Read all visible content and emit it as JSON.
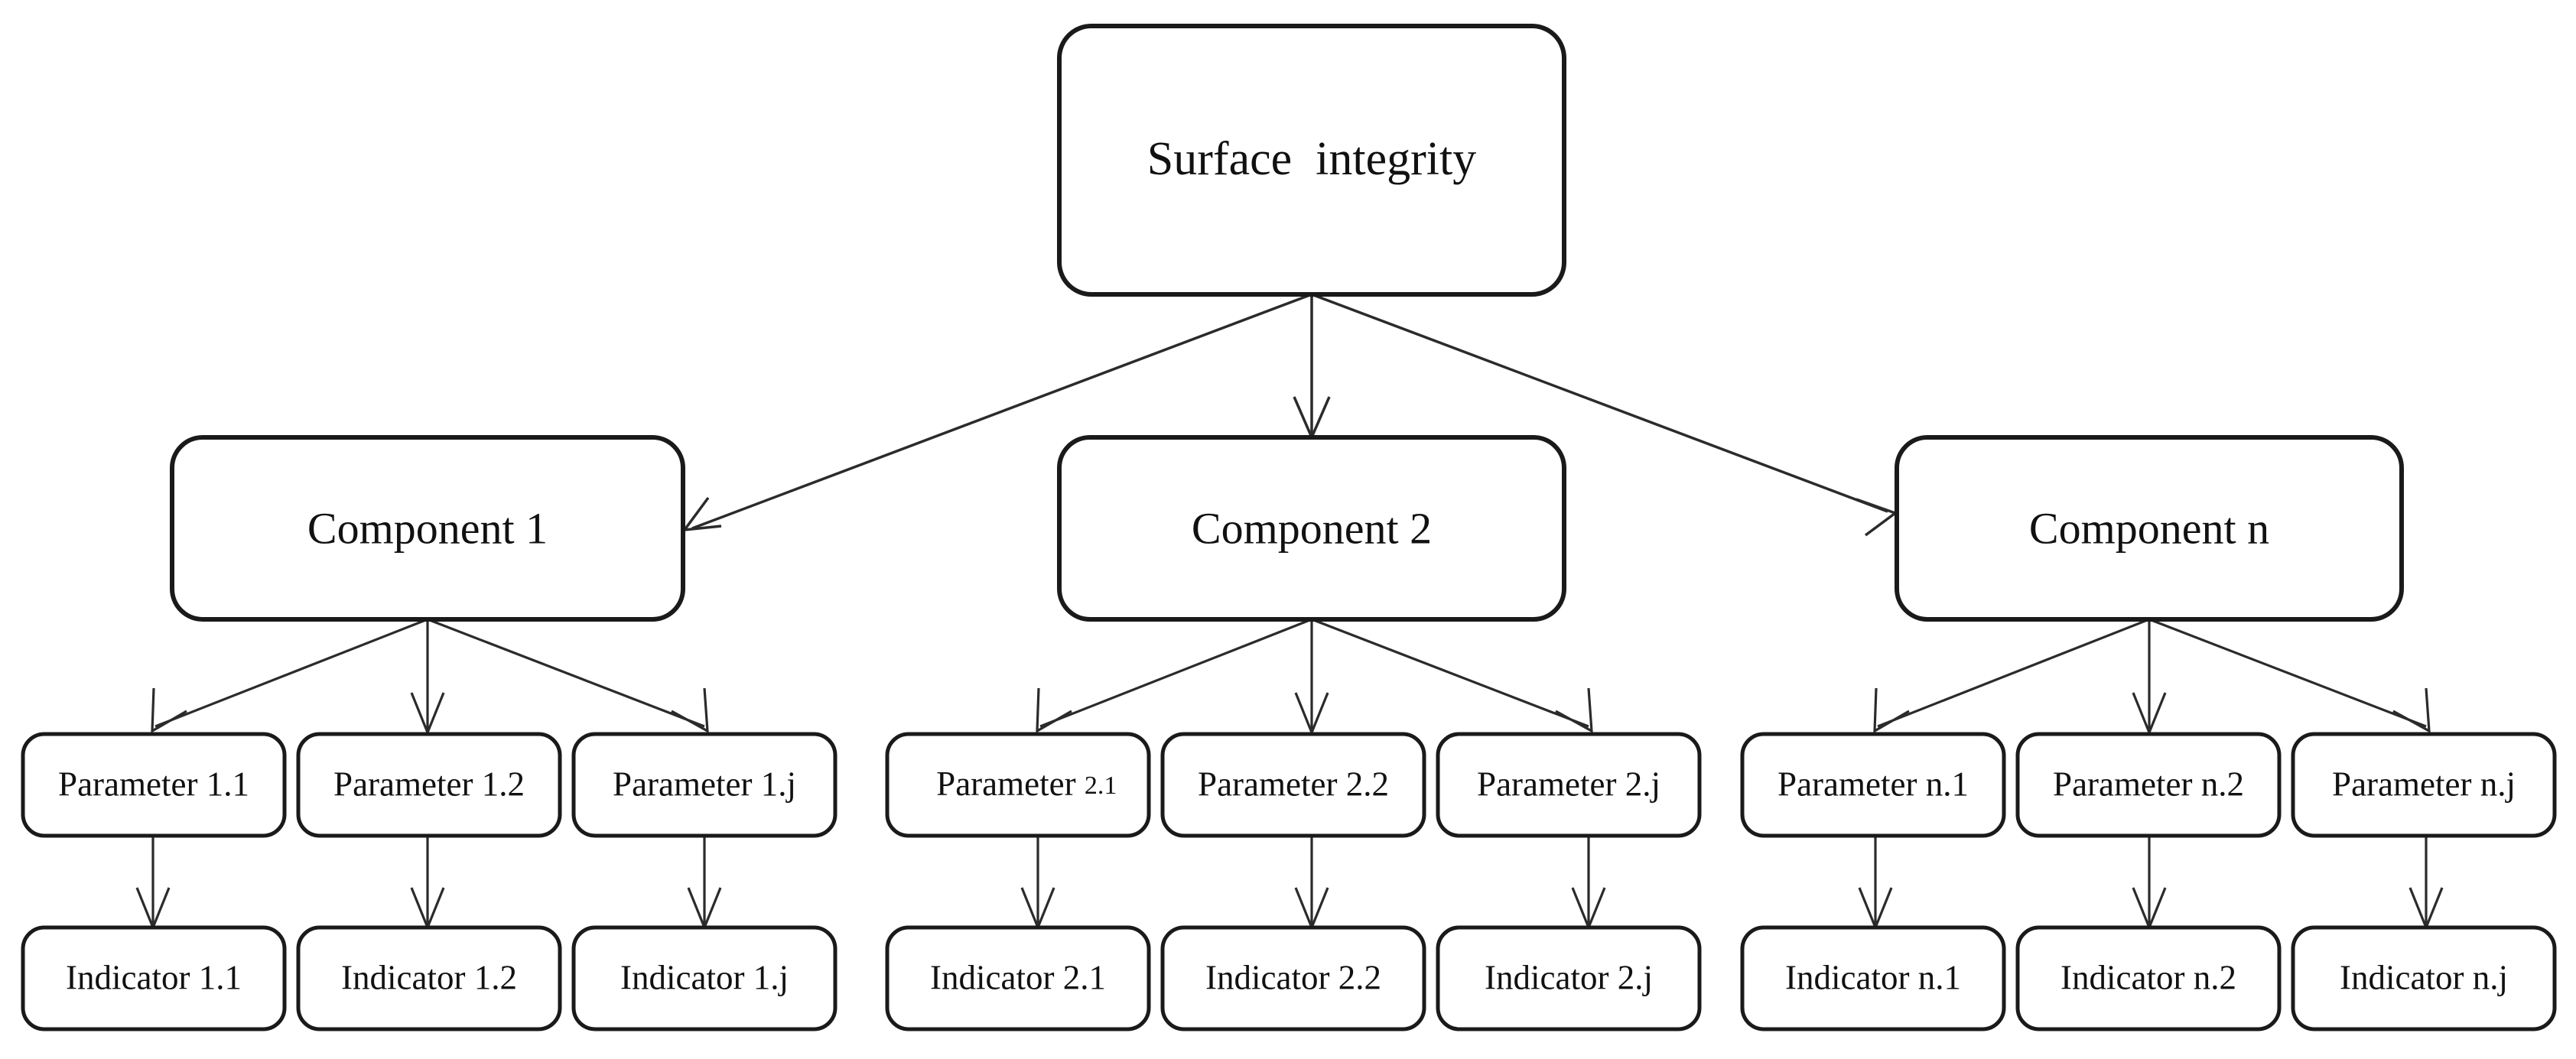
{
  "diagram": {
    "type": "hierarchy-tree",
    "title": "Surface integrity decomposition tree",
    "background_color": "#ffffff",
    "stroke_color": "#1a1a1a",
    "text_color": "#111111",
    "levels": [
      "root",
      "component",
      "parameter",
      "indicator"
    ],
    "root": {
      "label": "Surface  integrity"
    },
    "components": [
      {
        "label": "Component 1"
      },
      {
        "label": "Component 2"
      },
      {
        "label": "Component n"
      }
    ],
    "parameters": [
      {
        "label": "Parameter 1.1"
      },
      {
        "label": "Parameter 1.2"
      },
      {
        "label": "Parameter 1.j"
      },
      {
        "label_main": "Parameter ",
        "label_suffix": "2.1",
        "label": "Parameter 2.1"
      },
      {
        "label": "Parameter 2.2"
      },
      {
        "label": "Parameter 2.j"
      },
      {
        "label": "Parameter n.1"
      },
      {
        "label": "Parameter n.2"
      },
      {
        "label": "Parameter n.j"
      }
    ],
    "indicators": [
      {
        "label": "Indicator 1.1"
      },
      {
        "label": "Indicator 1.2"
      },
      {
        "label": "Indicator 1.j"
      },
      {
        "label": "Indicator 2.1"
      },
      {
        "label": "Indicator 2.2"
      },
      {
        "label": "Indicator 2.j"
      },
      {
        "label": "Indicator n.1"
      },
      {
        "label": "Indicator n.2"
      },
      {
        "label": "Indicator n.j"
      }
    ]
  }
}
